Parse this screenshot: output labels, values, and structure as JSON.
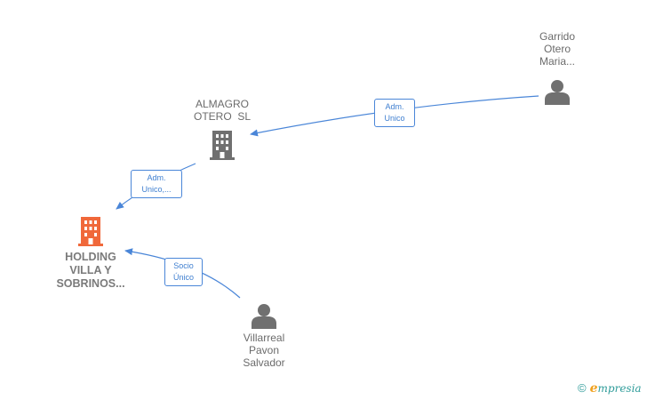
{
  "colors": {
    "edge": "#4a86d8",
    "company_gray": "#707070",
    "company_highlight": "#f0683a",
    "person": "#707070"
  },
  "nodes": {
    "garrido": {
      "type": "person",
      "icon": "person-icon",
      "lines": [
        "Garrido",
        "Otero",
        "Maria..."
      ]
    },
    "almagro": {
      "type": "company",
      "icon": "building-icon",
      "lines": [
        "ALMAGRO",
        "OTERO  SL"
      ]
    },
    "holding": {
      "type": "company-main",
      "icon": "building-icon",
      "lines": [
        "HOLDING",
        "VILLA Y",
        "SOBRINOS..."
      ]
    },
    "villarreal": {
      "type": "person",
      "icon": "person-icon",
      "lines": [
        "Villarreal",
        "Pavon",
        "Salvador"
      ]
    }
  },
  "edges": [
    {
      "from": "garrido",
      "to": "almagro",
      "label": [
        "Adm.",
        "Unico"
      ]
    },
    {
      "from": "almagro",
      "to": "holding",
      "label": [
        "Adm.",
        "Unico,..."
      ]
    },
    {
      "from": "villarreal",
      "to": "holding",
      "label": [
        "Socio",
        "Único"
      ]
    }
  ],
  "footer": {
    "copyright_symbol": "©",
    "brand_first": "e",
    "brand_rest": "mpresia"
  }
}
